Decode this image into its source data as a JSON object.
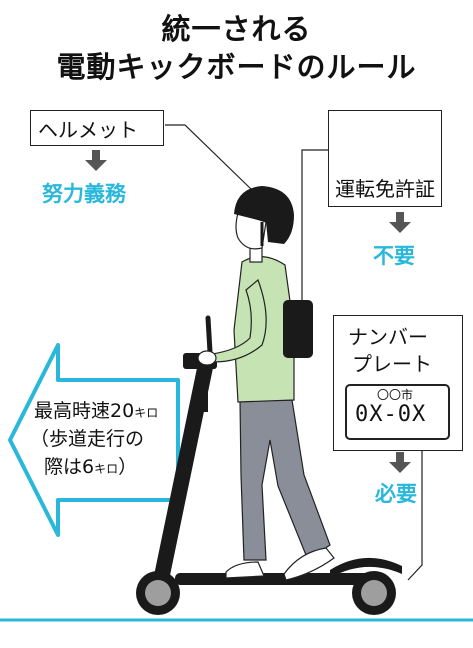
{
  "title": {
    "line1": "統一される",
    "line2": "電動キックボードのルール"
  },
  "helmet": {
    "label": "ヘルメット",
    "result": "努力義務"
  },
  "license": {
    "label": "運転免許証",
    "result": "不要"
  },
  "plate": {
    "label_line1": "ナンバー",
    "label_line2": "プレート",
    "plate_city": "〇〇市",
    "plate_number": "0X-0X",
    "result": "必要"
  },
  "speed": {
    "line1": "最高時速20",
    "line1_unit": "キロ",
    "line2": "（歩道走行の",
    "line3": "際は6",
    "line3_unit": "キロ",
    "line3_end": "）"
  },
  "colors": {
    "accent": "#29b8dc",
    "shirt": "#c6e3b4",
    "pants": "#8a8e98",
    "scooter": "#1a1a1a"
  }
}
